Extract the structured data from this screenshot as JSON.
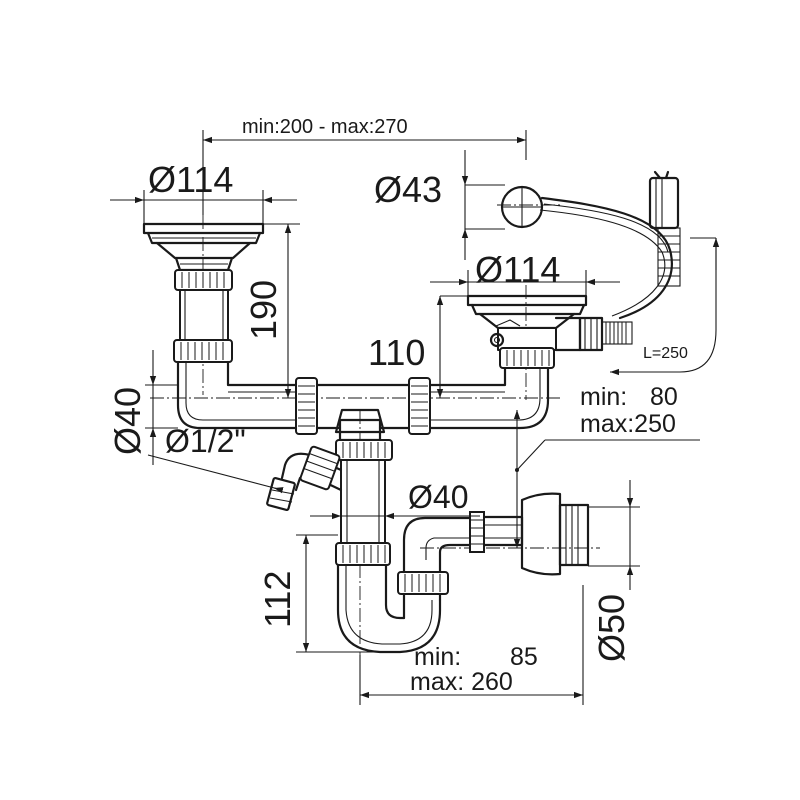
{
  "diagram": {
    "dimensions": {
      "spacing": "min:200 - max:270",
      "left_strainer_dia": "Ø114",
      "right_strainer_dia": "Ø114",
      "overflow_dia": "Ø43",
      "height_190": "190",
      "height_110": "110",
      "pipe_dia_40_left": "Ø40",
      "thread_dia": "Ø1/2\"",
      "outlet_dia_40": "Ø40",
      "height_112": "112",
      "outlet_dia_50": "Ø50",
      "cable_length": "L=250",
      "outlet_range_min_label": "min:",
      "outlet_range_min_value": "80",
      "outlet_range_max": "max:250",
      "trap_range_min_label": "min:",
      "trap_range_min_value": "85",
      "trap_range_max": "max: 260"
    }
  }
}
